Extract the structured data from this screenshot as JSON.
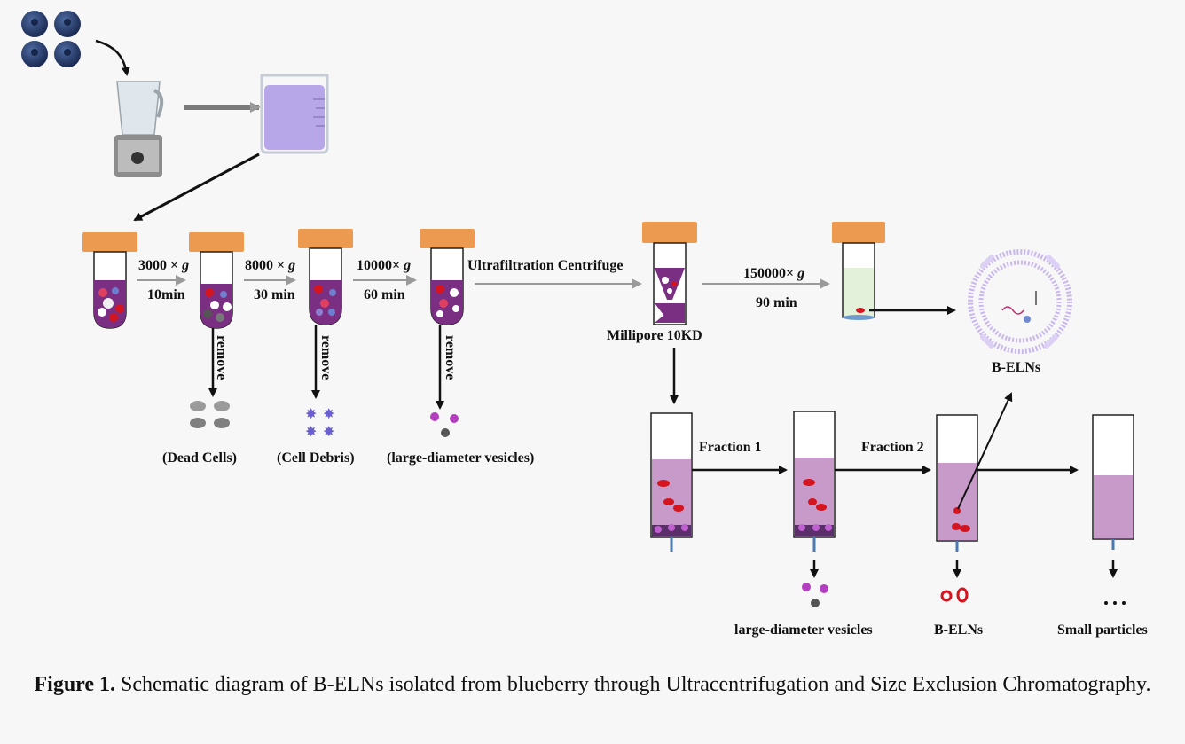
{
  "steps": [
    {
      "speed": "3000 × ",
      "unit": "g",
      "time": "10min"
    },
    {
      "speed": "8000 × ",
      "unit": "g",
      "time": "30 min"
    },
    {
      "speed": "10000× ",
      "unit": "g",
      "time": "60 min"
    }
  ],
  "remove_label": "remove",
  "removed": [
    "(Dead Cells)",
    "(Cell Debris)",
    "(large-diameter vesicles)"
  ],
  "ultrafiltration_label": "Ultrafiltration Centrifuge",
  "millipore_label": "Millipore 10KD",
  "ultracentrifuge": {
    "speed": "150000× ",
    "unit": "g",
    "time": "90 min"
  },
  "product_label": "B-ELNs",
  "fractions": [
    "Fraction 1",
    "Fraction 2"
  ],
  "outputs": [
    "large-diameter vesicles",
    "B-ELNs",
    "Small particles"
  ],
  "caption": {
    "label": "Figure 1.",
    "text": " Schematic diagram of B-ELNs isolated from blueberry through Ultracentrifugation and Size Exclusion Chromatography."
  },
  "colors": {
    "cap": "#ec9a4f",
    "liquid": "#7a2f82",
    "purple_solution": "#b7a7e8",
    "sec_fill": "#c79ac9",
    "red_vesicle": "#d4141e",
    "green_solution": "#e3f1da",
    "arrow_gray": "#9a9a9a",
    "blueberry": "#1f3360"
  }
}
